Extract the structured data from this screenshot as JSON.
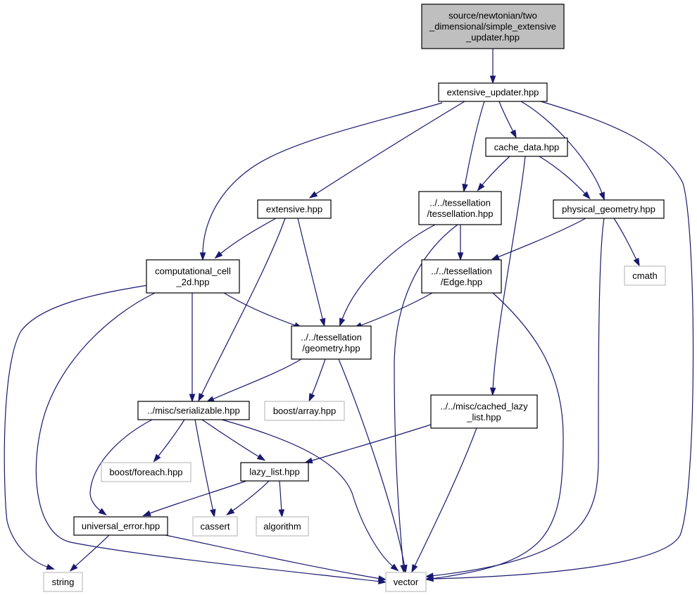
{
  "nodes": [
    {
      "id": "root",
      "lines": [
        "source/newtonian/two",
        "_dimensional/simple_extensive",
        "_updater.hpp"
      ],
      "kind": "root"
    },
    {
      "id": "extensive_updater",
      "lines": [
        "extensive_updater.hpp"
      ],
      "kind": "std"
    },
    {
      "id": "cache_data",
      "lines": [
        "cache_data.hpp"
      ],
      "kind": "std"
    },
    {
      "id": "extensive",
      "lines": [
        "extensive.hpp"
      ],
      "kind": "std"
    },
    {
      "id": "tessellation",
      "lines": [
        "../../tessellation",
        "/tessellation.hpp"
      ],
      "kind": "std"
    },
    {
      "id": "physical_geometry",
      "lines": [
        "physical_geometry.hpp"
      ],
      "kind": "std"
    },
    {
      "id": "computational_cell",
      "lines": [
        "computational_cell",
        "_2d.hpp"
      ],
      "kind": "std"
    },
    {
      "id": "edge",
      "lines": [
        "../../tessellation",
        "/Edge.hpp"
      ],
      "kind": "std"
    },
    {
      "id": "cmath",
      "lines": [
        "cmath"
      ],
      "kind": "ext"
    },
    {
      "id": "geometry",
      "lines": [
        "../../tessellation",
        "/geometry.hpp"
      ],
      "kind": "std"
    },
    {
      "id": "serializable",
      "lines": [
        "../misc/serializable.hpp"
      ],
      "kind": "std"
    },
    {
      "id": "boost_array",
      "lines": [
        "boost/array.hpp"
      ],
      "kind": "ext"
    },
    {
      "id": "cached_lazy_list",
      "lines": [
        "../../misc/cached_lazy",
        "_list.hpp"
      ],
      "kind": "std"
    },
    {
      "id": "boost_foreach",
      "lines": [
        "boost/foreach.hpp"
      ],
      "kind": "ext"
    },
    {
      "id": "lazy_list",
      "lines": [
        "lazy_list.hpp"
      ],
      "kind": "std"
    },
    {
      "id": "universal_error",
      "lines": [
        "universal_error.hpp"
      ],
      "kind": "std"
    },
    {
      "id": "cassert",
      "lines": [
        "cassert"
      ],
      "kind": "ext"
    },
    {
      "id": "algorithm",
      "lines": [
        "algorithm"
      ],
      "kind": "ext"
    },
    {
      "id": "string",
      "lines": [
        "string"
      ],
      "kind": "ext"
    },
    {
      "id": "vector",
      "lines": [
        "vector"
      ],
      "kind": "ext"
    }
  ],
  "edges": [
    {
      "from": "root",
      "to": "extensive_updater"
    },
    {
      "from": "extensive_updater",
      "to": "cache_data"
    },
    {
      "from": "extensive_updater",
      "to": "extensive"
    },
    {
      "from": "extensive_updater",
      "to": "tessellation"
    },
    {
      "from": "extensive_updater",
      "to": "physical_geometry"
    },
    {
      "from": "extensive_updater",
      "to": "computational_cell"
    },
    {
      "from": "extensive_updater",
      "to": "vector"
    },
    {
      "from": "cache_data",
      "to": "tessellation"
    },
    {
      "from": "cache_data",
      "to": "physical_geometry"
    },
    {
      "from": "cache_data",
      "to": "cached_lazy_list"
    },
    {
      "from": "extensive",
      "to": "computational_cell"
    },
    {
      "from": "extensive",
      "to": "geometry"
    },
    {
      "from": "extensive",
      "to": "serializable"
    },
    {
      "from": "tessellation",
      "to": "edge"
    },
    {
      "from": "tessellation",
      "to": "geometry"
    },
    {
      "from": "tessellation",
      "to": "vector"
    },
    {
      "from": "physical_geometry",
      "to": "edge"
    },
    {
      "from": "physical_geometry",
      "to": "cmath"
    },
    {
      "from": "physical_geometry",
      "to": "vector"
    },
    {
      "from": "computational_cell",
      "to": "geometry"
    },
    {
      "from": "computational_cell",
      "to": "serializable"
    },
    {
      "from": "computational_cell",
      "to": "string"
    },
    {
      "from": "computational_cell",
      "to": "vector"
    },
    {
      "from": "edge",
      "to": "geometry"
    },
    {
      "from": "edge",
      "to": "vector"
    },
    {
      "from": "geometry",
      "to": "serializable"
    },
    {
      "from": "geometry",
      "to": "boost_array"
    },
    {
      "from": "geometry",
      "to": "vector"
    },
    {
      "from": "serializable",
      "to": "boost_foreach"
    },
    {
      "from": "serializable",
      "to": "lazy_list"
    },
    {
      "from": "serializable",
      "to": "universal_error"
    },
    {
      "from": "serializable",
      "to": "cassert"
    },
    {
      "from": "serializable",
      "to": "vector"
    },
    {
      "from": "cached_lazy_list",
      "to": "lazy_list"
    },
    {
      "from": "cached_lazy_list",
      "to": "vector"
    },
    {
      "from": "lazy_list",
      "to": "universal_error"
    },
    {
      "from": "lazy_list",
      "to": "cassert"
    },
    {
      "from": "lazy_list",
      "to": "algorithm"
    },
    {
      "from": "universal_error",
      "to": "string"
    },
    {
      "from": "universal_error",
      "to": "vector"
    }
  ]
}
